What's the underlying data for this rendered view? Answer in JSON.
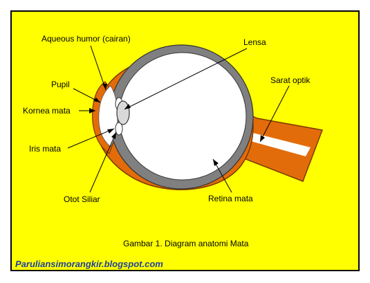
{
  "labels": {
    "aqueous": "Aqueous humor (cairan)",
    "pupil": "Pupil",
    "kornea": "Kornea mata",
    "iris": "Iris mata",
    "otot": "Otot Siliar",
    "lensa": "Lensa",
    "sarat": "Sarat optik",
    "retina": "Retina mata"
  },
  "caption": "Gambar 1. Diagram anatomi Mata",
  "credit": "Paruliansimorangkir.blogspot.com",
  "colors": {
    "background": "#ffff00",
    "frame": "#000000",
    "tissue": "#e36c0a",
    "sclera": "#808080",
    "inner": "#ffffff",
    "credit_text": "#1f3f9f"
  }
}
